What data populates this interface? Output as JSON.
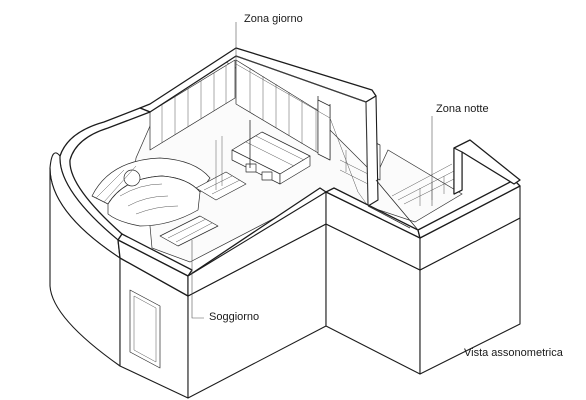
{
  "labels": {
    "zona_giorno": "Zona giorno",
    "zona_notte": "Zona notte",
    "soggiorno": "Soggiorno",
    "vista": "Vista assonometrica"
  },
  "colors": {
    "line": "#1c1c1c",
    "background": "#ffffff",
    "text": "#1a1a1a"
  }
}
